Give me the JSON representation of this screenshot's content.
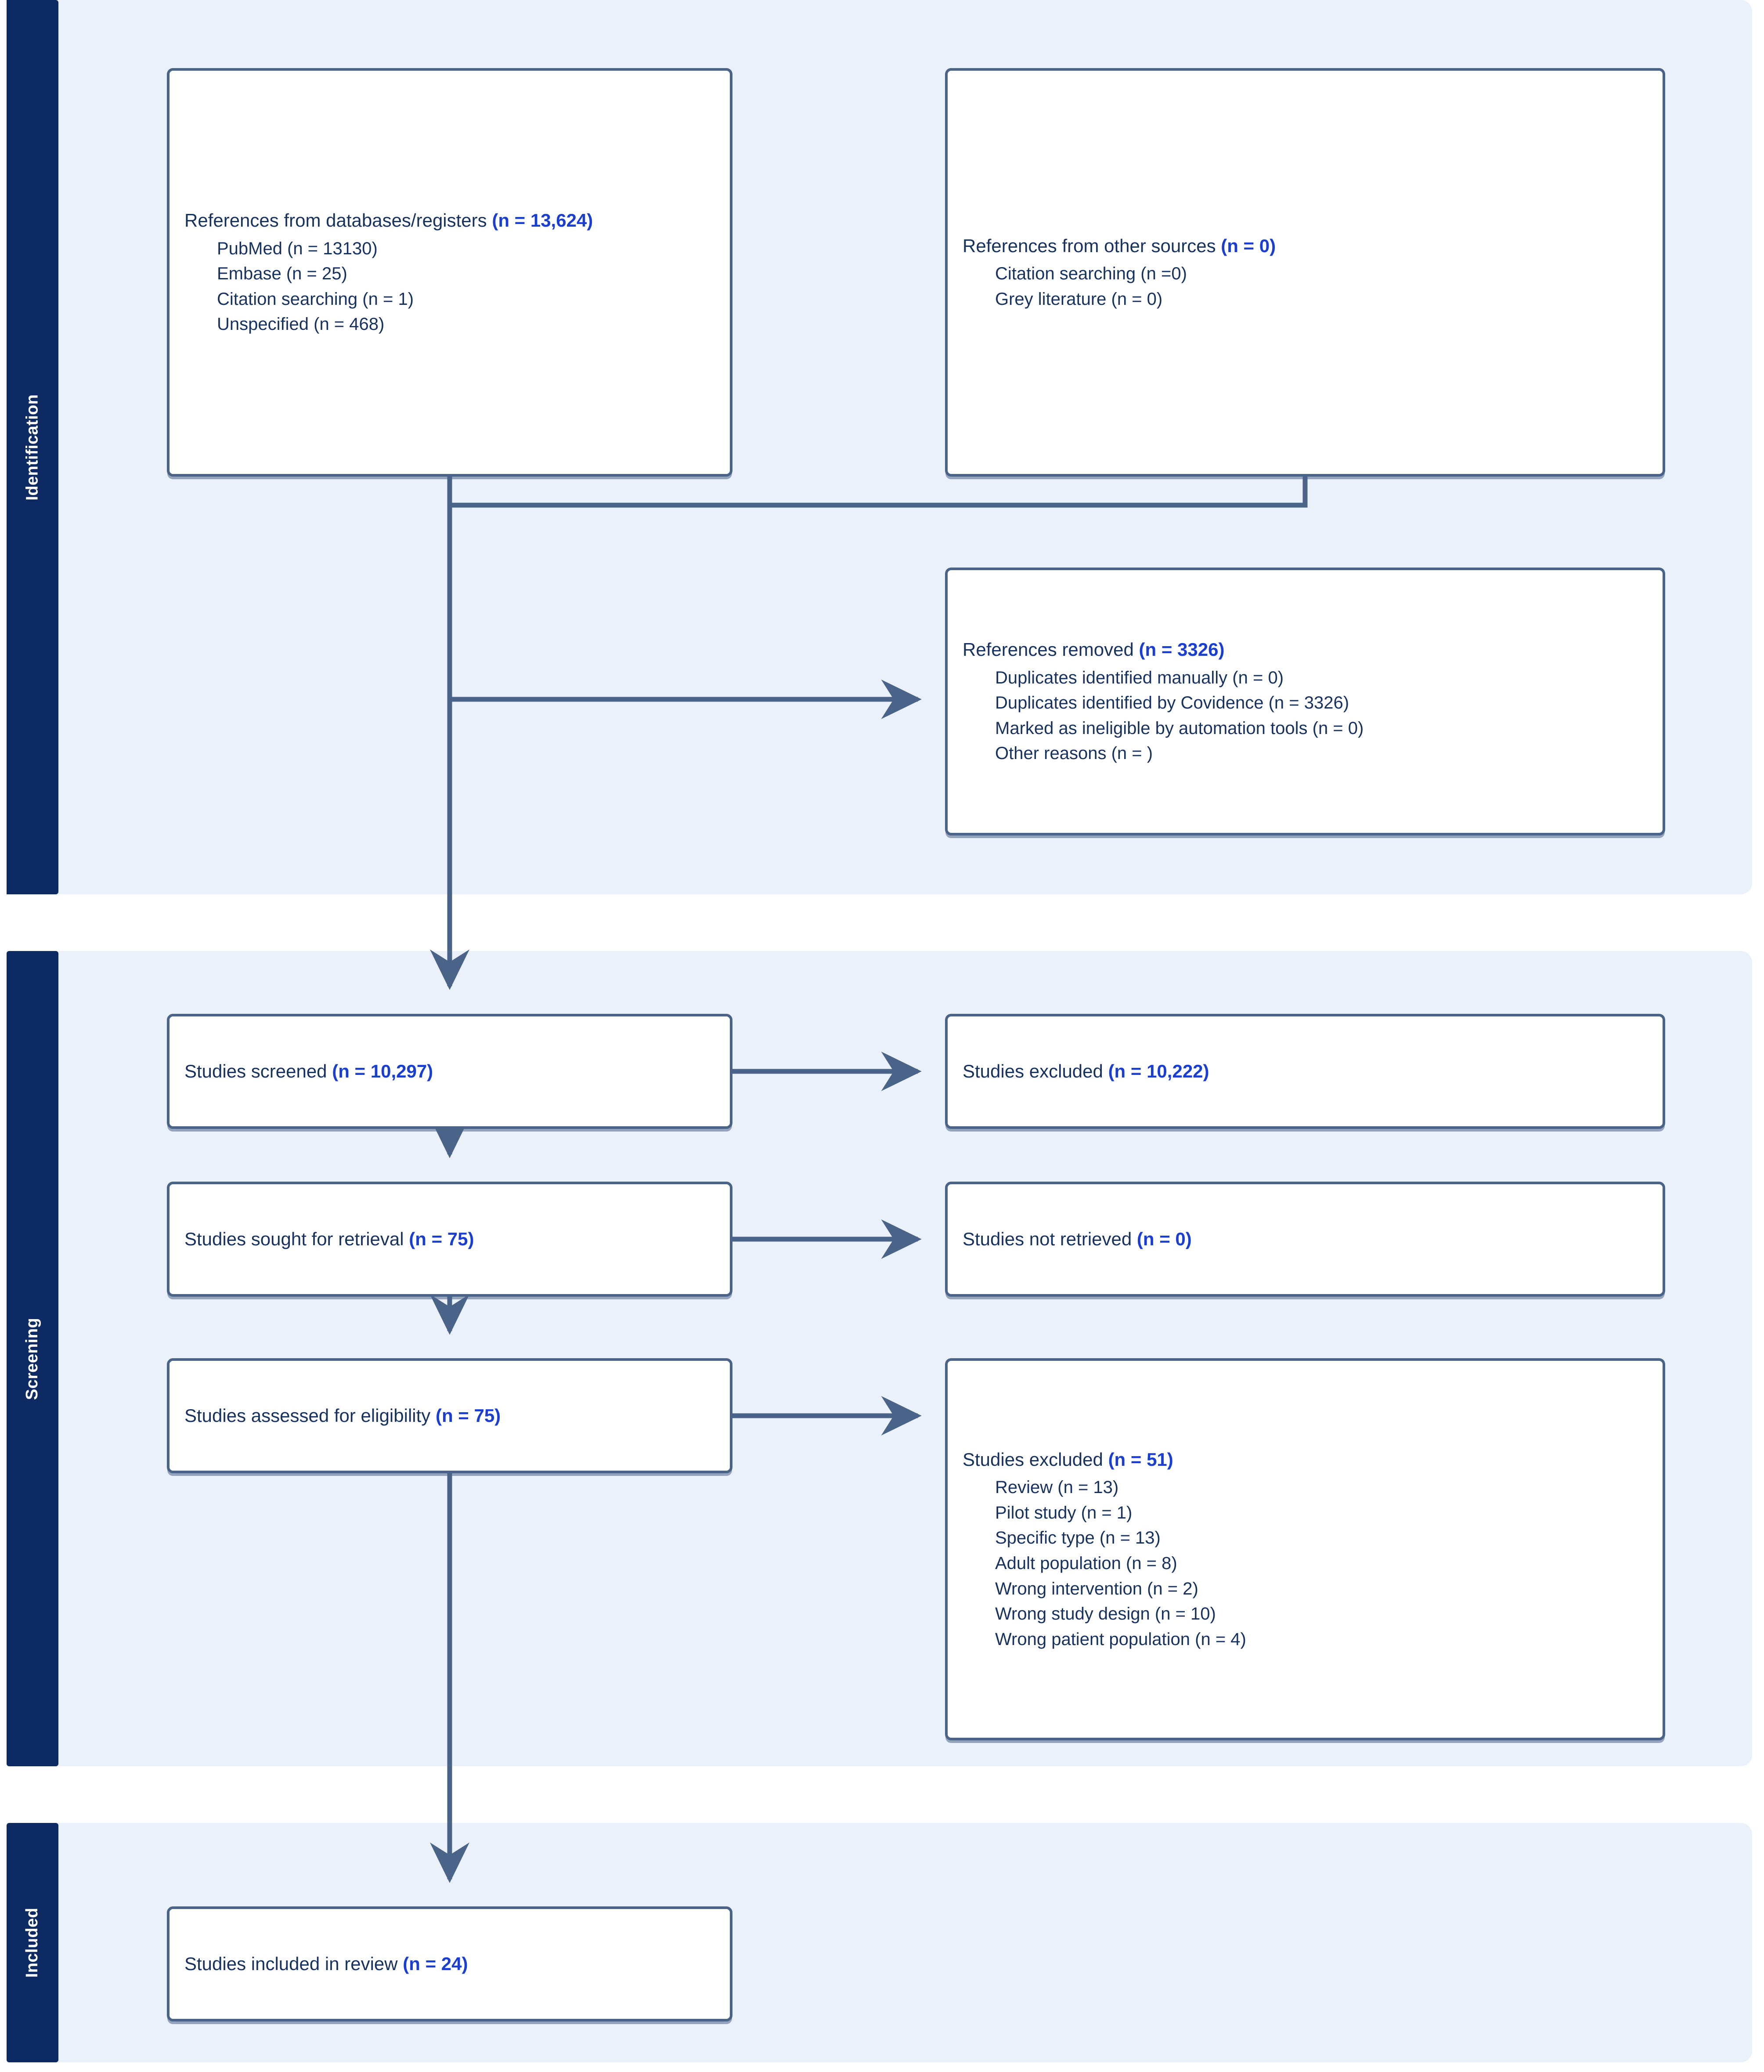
{
  "diagram": {
    "type": "prisma-flow-diagram",
    "accent_box_border": "#4a6489",
    "accent_number": "#1a3fd0",
    "band_background": "#eaf1fb",
    "sidetab_background": "#0e2a63",
    "text_color": "#17325e"
  },
  "stages": [
    {
      "id": "identification",
      "label": "Identification"
    },
    {
      "id": "screening",
      "label": "Screening"
    },
    {
      "id": "included",
      "label": "Included"
    }
  ],
  "boxes": {
    "db_registers": {
      "header_text": "References from databases/registers ",
      "header_count": "(n = 13,624)",
      "items": [
        "PubMed (n = 13130)",
        "Embase (n = 25)",
        "Citation searching (n = 1)",
        "Unspecified (n = 468)"
      ]
    },
    "other_sources": {
      "header_text": "References from other sources ",
      "header_count": "(n = 0)",
      "items": [
        "Citation searching (n =0)",
        "Grey literature (n = 0)"
      ]
    },
    "refs_removed": {
      "header_text": "References removed ",
      "header_count": "(n = 3326)",
      "items": [
        "Duplicates identified manually (n = 0)",
        "Duplicates identified by Covidence (n = 3326)",
        "Marked as ineligible by automation tools (n = 0)",
        "Other reasons (n = )"
      ]
    },
    "screened": {
      "header_text": "Studies screened ",
      "header_count": "(n = 10,297)"
    },
    "excluded_1": {
      "header_text": "Studies excluded ",
      "header_count": "(n = 10,222)"
    },
    "sought": {
      "header_text": "Studies sought for retrieval ",
      "header_count": "(n = 75)"
    },
    "not_retrieved": {
      "header_text": "Studies not retrieved ",
      "header_count": "(n = 0)"
    },
    "assessed": {
      "header_text": "Studies assessed for eligibility ",
      "header_count": "(n = 75)"
    },
    "excluded_2": {
      "header_text": "Studies excluded ",
      "header_count": "(n = 51)",
      "items": [
        "Review (n = 13)",
        "Pilot study (n = 1)",
        "Specific type (n = 13)",
        "Adult population (n = 8)",
        "Wrong intervention (n = 2)",
        "Wrong study design (n = 10)",
        "Wrong patient population (n = 4)"
      ]
    },
    "included": {
      "header_text": "Studies included in review ",
      "header_count": "(n = 24)"
    }
  },
  "chart_data": {
    "type": "table",
    "title": "PRISMA 2020 flow diagram",
    "rows": [
      {
        "stage": "Identification",
        "node": "References from databases/registers",
        "n": 13624
      },
      {
        "stage": "Identification",
        "node": "PubMed",
        "n": 13130
      },
      {
        "stage": "Identification",
        "node": "Embase",
        "n": 25
      },
      {
        "stage": "Identification",
        "node": "Citation searching",
        "n": 1
      },
      {
        "stage": "Identification",
        "node": "Unspecified",
        "n": 468
      },
      {
        "stage": "Identification",
        "node": "References from other sources",
        "n": 0
      },
      {
        "stage": "Identification",
        "node": "Other sources: Citation searching",
        "n": 0
      },
      {
        "stage": "Identification",
        "node": "Other sources: Grey literature",
        "n": 0
      },
      {
        "stage": "Identification",
        "node": "References removed",
        "n": 3326
      },
      {
        "stage": "Identification",
        "node": "Duplicates identified manually",
        "n": 0
      },
      {
        "stage": "Identification",
        "node": "Duplicates identified by Covidence",
        "n": 3326
      },
      {
        "stage": "Identification",
        "node": "Marked as ineligible by automation tools",
        "n": 0
      },
      {
        "stage": "Identification",
        "node": "Other reasons",
        "n": null
      },
      {
        "stage": "Screening",
        "node": "Studies screened",
        "n": 10297
      },
      {
        "stage": "Screening",
        "node": "Studies excluded",
        "n": 10222
      },
      {
        "stage": "Screening",
        "node": "Studies sought for retrieval",
        "n": 75
      },
      {
        "stage": "Screening",
        "node": "Studies not retrieved",
        "n": 0
      },
      {
        "stage": "Screening",
        "node": "Studies assessed for eligibility",
        "n": 75
      },
      {
        "stage": "Screening",
        "node": "Studies excluded (eligibility)",
        "n": 51
      },
      {
        "stage": "Screening",
        "node": "Review",
        "n": 13
      },
      {
        "stage": "Screening",
        "node": "Pilot study",
        "n": 1
      },
      {
        "stage": "Screening",
        "node": "Specific type",
        "n": 13
      },
      {
        "stage": "Screening",
        "node": "Adult population",
        "n": 8
      },
      {
        "stage": "Screening",
        "node": "Wrong intervention",
        "n": 2
      },
      {
        "stage": "Screening",
        "node": "Wrong study design",
        "n": 10
      },
      {
        "stage": "Screening",
        "node": "Wrong patient population",
        "n": 4
      },
      {
        "stage": "Included",
        "node": "Studies included in review",
        "n": 24
      }
    ]
  }
}
